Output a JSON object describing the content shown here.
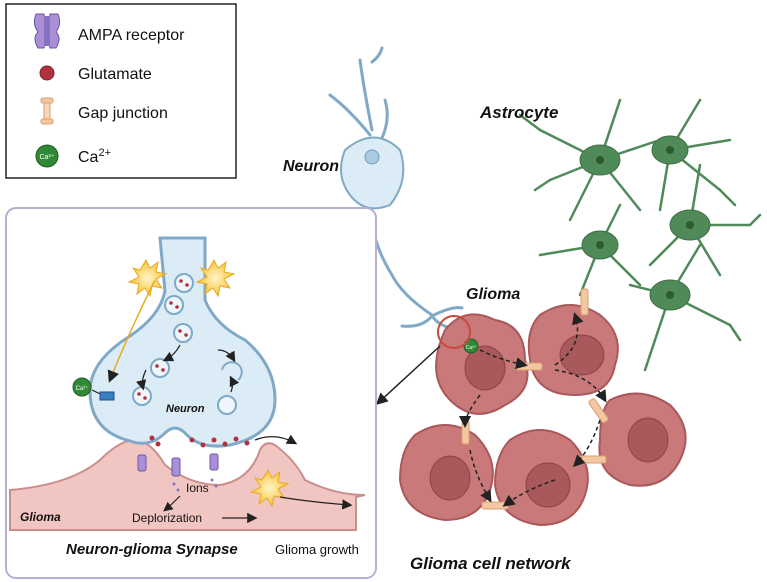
{
  "legend": {
    "items": [
      {
        "label": "AMPA receptor",
        "icon": "ampa-receptor-icon"
      },
      {
        "label": "Glutamate",
        "icon": "glutamate-icon"
      },
      {
        "label": "Gap junction",
        "icon": "gap-junction-icon"
      },
      {
        "label": "Ca2+",
        "icon": "calcium-ion-icon"
      }
    ],
    "ca_sup": "2+",
    "ca_base": "Ca"
  },
  "labels": {
    "neuron": "Neuron",
    "astrocyte": "Astrocyte",
    "glioma": "Glioma",
    "glioma_network": "Glioma cell network"
  },
  "inset": {
    "neuron_label": "Neuron",
    "glioma_label": "Glioma",
    "ions": "Ions",
    "depolarization": "Deplorization",
    "synapse_title": "Neuron-glioma Synapse",
    "growth": "Glioma growth",
    "ca_badge": "Ca2+"
  },
  "colors": {
    "neuron_fill": "#dcecf6",
    "neuron_stroke": "#7fa9c6",
    "astrocyte": "#4f8a58",
    "glioma_cell": "#c9797a",
    "glioma_nucleus": "#a9585b",
    "glutamate": "#b0323f",
    "ampa": "#9b86c9",
    "gap_junction": "#f3c7a0",
    "calcium": "#2f8a36",
    "flash": "#f7c23a",
    "postsynaptic": "#f1c6c2"
  }
}
